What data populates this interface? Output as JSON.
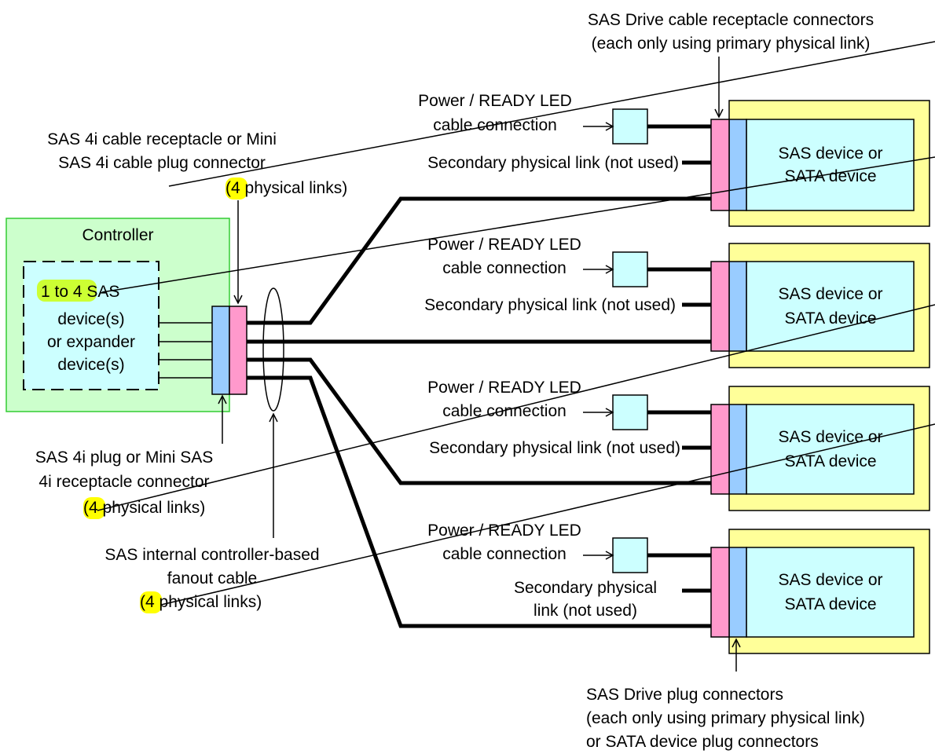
{
  "labels": {
    "top_connector_title_line1": "SAS Drive cable receptacle connectors",
    "top_connector_title_line2": "(each only using primary physical link)",
    "controller_connector_line1": "SAS 4i cable receptacle or Mini",
    "controller_connector_line2": "SAS 4i cable plug connector",
    "controller_connector_line3_hl": "4",
    "controller_connector_line3_rest": " physical links)",
    "controller": "Controller",
    "devices_hl": "1 to 4",
    "devices_line1_rest": " SAS",
    "devices_line2": "device(s)",
    "devices_line3": "or expander",
    "devices_line4": "device(s)",
    "plug_connector_line1": "SAS 4i plug or Mini SAS",
    "plug_connector_line2": "4i receptacle connector",
    "plug_connector_line3_hl": "4",
    "plug_connector_line3_rest": " physical links)",
    "fanout_line1": "SAS internal controller-based",
    "fanout_line2": "fanout cable",
    "fanout_line3_hl": "4",
    "fanout_line3_rest": " physical links)",
    "bottom_line1": "SAS Drive plug connectors",
    "bottom_line2": "(each only using primary physical link)",
    "bottom_line3": "or SATA device plug connectors"
  },
  "drives": [
    {
      "power_line1": "Power / READY LED",
      "power_line2": "cable connection",
      "secondary_line1": "Secondary physical link (not used)",
      "secondary_line2": "",
      "device_line1": "SAS device or",
      "device_line2": "SATA device"
    },
    {
      "power_line1": "Power / READY LED",
      "power_line2": "cable connection",
      "secondary_line1": "Secondary physical link (not used)",
      "secondary_line2": "",
      "device_line1": "SAS device or",
      "device_line2": "SATA device"
    },
    {
      "power_line1": "Power / READY LED",
      "power_line2": "cable connection",
      "secondary_line1": "Secondary physical link (not used)",
      "secondary_line2": "",
      "device_line1": "SAS device or",
      "device_line2": "SATA device"
    },
    {
      "power_line1": "Power / READY LED",
      "power_line2": "cable connection",
      "secondary_line1": "Secondary physical",
      "secondary_line2": "link (not used)",
      "device_line1": "SAS device or",
      "device_line2": "SATA device"
    }
  ],
  "colors": {
    "controller_fill": "#ccffcc",
    "controller_stroke": "#33cc33",
    "device_fill": "#ccffff",
    "drive_outer_fill": "#ffff99",
    "connector_blue": "#99ccff",
    "connector_pink": "#ff99cc",
    "highlight_yellow": "#ffff00",
    "highlight_green": "#ccff33"
  }
}
